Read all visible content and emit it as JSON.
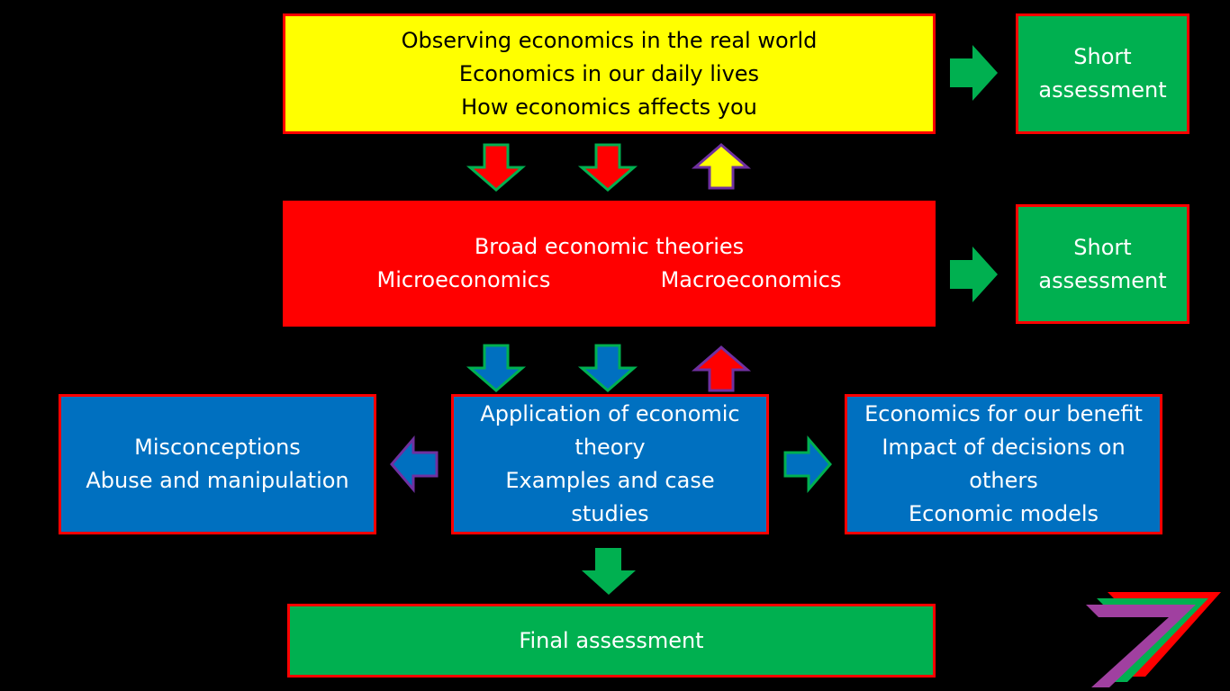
{
  "boxes": {
    "top": {
      "lines": [
        "Observing economics in the real world",
        "Economics in our daily lives",
        "How economics affects you"
      ]
    },
    "short_assessment_1": {
      "lines": [
        "Short",
        "assessment"
      ]
    },
    "middle": {
      "title": "Broad economic theories",
      "left": "Microeconomics",
      "right": "Macroeconomics"
    },
    "short_assessment_2": {
      "lines": [
        "Short",
        "assessment"
      ]
    },
    "left": {
      "lines": [
        "Misconceptions",
        "Abuse and manipulation"
      ]
    },
    "center": {
      "lines": [
        "Application of economic theory",
        "Examples and case studies"
      ]
    },
    "right": {
      "lines": [
        "Economics for our benefit",
        "Impact of decisions on others",
        "Economic models"
      ]
    },
    "final": {
      "label": "Final assessment"
    }
  },
  "colors": {
    "yellow": "#ffff00",
    "red": "#ff0000",
    "green": "#00b050",
    "blue": "#0070c0",
    "purple": "#7030a0"
  }
}
